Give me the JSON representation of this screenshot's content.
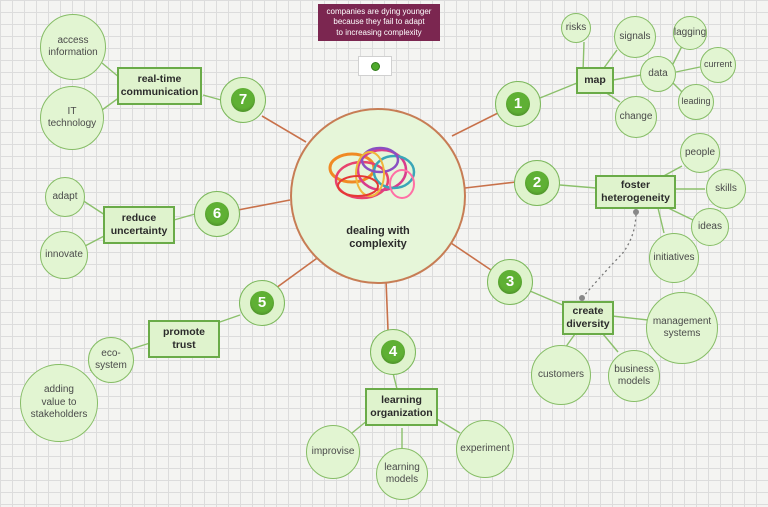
{
  "banner": {
    "text": "companies are dying younger\nbecause they fail to adapt\nto increasing complexity"
  },
  "center": {
    "label": "dealing with\ncomplexity",
    "image": "tangled-wires-illustration"
  },
  "nodes": {
    "n1": "1",
    "n2": "2",
    "n3": "3",
    "n4": "4",
    "n5": "5",
    "n6": "6",
    "n7": "7"
  },
  "topics": {
    "map": "map",
    "foster": "foster\nheterogeneity",
    "diversity": "create\ndiversity",
    "learning": "learning\norganization",
    "trust": "promote\ntrust",
    "uncertainty": "reduce\nuncertainty",
    "realtime": "real-time\ncommunication"
  },
  "leaves": {
    "risks": "risks",
    "signals": "signals",
    "data": "data",
    "lagging": "lagging",
    "current": "current",
    "leading": "leading",
    "change": "change",
    "people": "people",
    "skills": "skills",
    "ideas": "ideas",
    "initiatives": "initiatives",
    "management": "management\nsystems",
    "business": "business\nmodels",
    "customers": "customers",
    "experiment": "experiment",
    "learningModels": "learning\nmodels",
    "improvise": "improvise",
    "ecosystem": "eco-\nsystem",
    "adding": "adding\nvalue to\nstakeholders",
    "adapt": "adapt",
    "innovate": "innovate",
    "access": "access\ninformation",
    "it": "IT\ntechnology"
  },
  "colors": {
    "accent_green": "#5fb034",
    "bubble_fill": "#e2f5d2",
    "center_ring": "#c77d55",
    "link_brown": "#c8714a",
    "banner": "#7b2650"
  }
}
